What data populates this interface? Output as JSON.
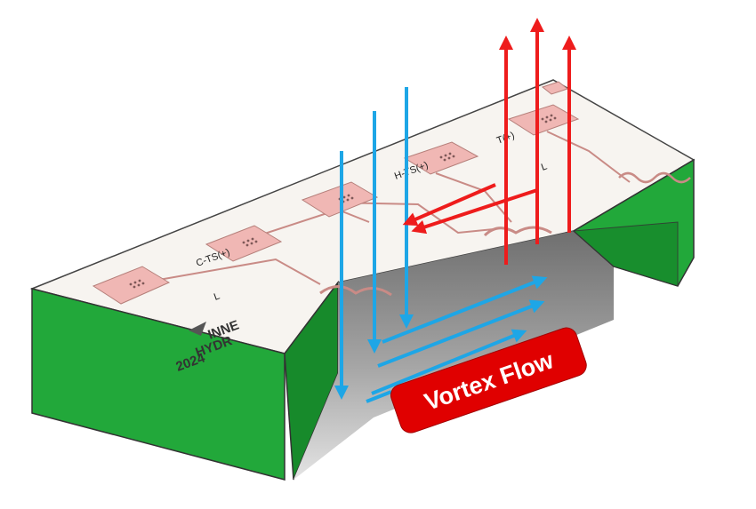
{
  "callout": {
    "text": "Vortex Flow"
  },
  "pads": [
    {
      "label": "C-TS(+)"
    },
    {
      "label": "H-TS(+)"
    },
    {
      "label": "T(+)"
    }
  ],
  "small_marks": [
    "L",
    "L"
  ],
  "logo": {
    "lines": [
      "INNE",
      "HYDR",
      "2024"
    ]
  },
  "colors": {
    "chip_top": "#f7f4f0",
    "chip_side": "#22a83a",
    "chip_side_dark": "#178a2b",
    "pad": "#f0b7b4",
    "trace": "#c98b86",
    "cavity": "#8e8e8e",
    "downflow_arrow": "#1ea6e6",
    "upflow_arrow": "#ee1c1c",
    "callout_bg": "#e00000"
  }
}
